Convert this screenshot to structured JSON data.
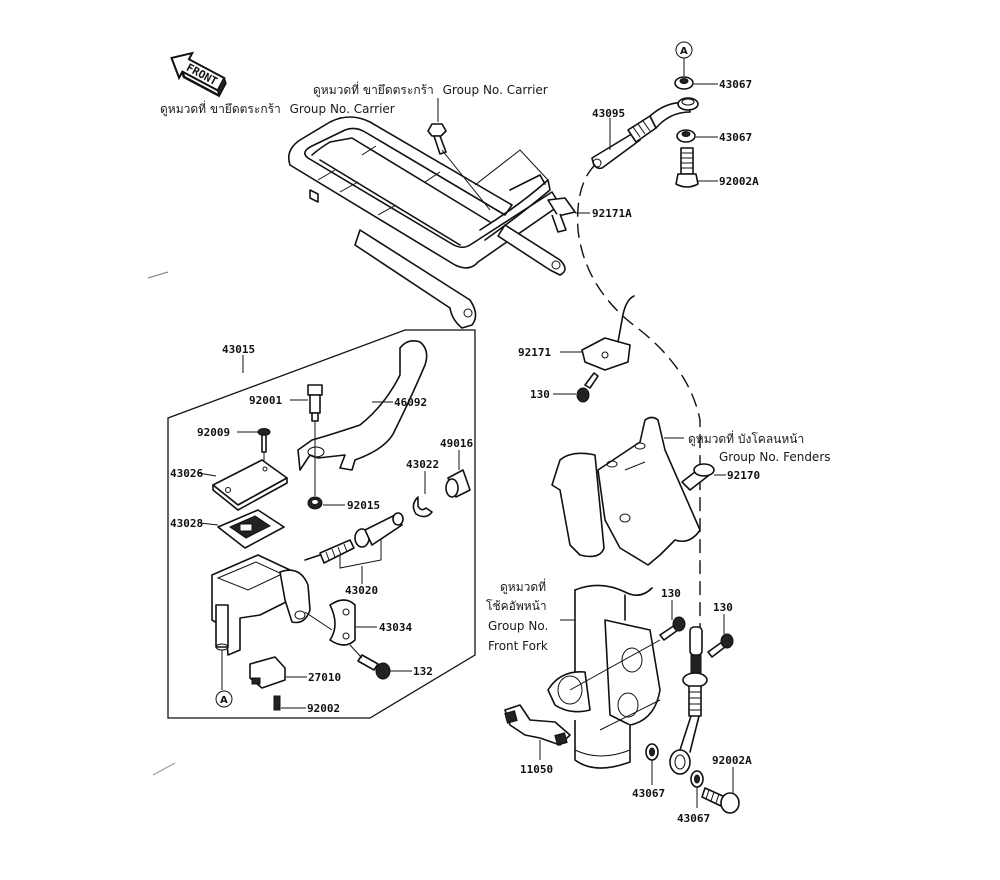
{
  "diagram": {
    "title": "Front Brake Master Cylinder Parts Diagram",
    "front_indicator": "FRONT",
    "connector_marker": "A",
    "references": {
      "carrier_top": {
        "thai": "ดูหมวดที่ ขายึดตระกร้า",
        "english": "Group No. Carrier"
      },
      "carrier_left": {
        "thai": "ดูหมวดที่ ขายึดตระกร้า",
        "english": "Group No. Carrier"
      },
      "fenders": {
        "thai": "ดูหมวดที่ บังโคลนหน้า",
        "english": "Group No. Fenders"
      },
      "front_fork": {
        "thai_line1": "ดูหมวดที่",
        "thai_line2": "โช้คอัพหน้า",
        "english_line1": "Group No.",
        "english_line2": "Front Fork"
      }
    },
    "parts": {
      "p43067_top1": "43067",
      "p43095": "43095",
      "p43067_top2": "43067",
      "p92002A_top": "92002A",
      "p92171A": "92171A",
      "p92171": "92171",
      "p130_clamp": "130",
      "p43015": "43015",
      "p92001": "92001",
      "p46092": "46092",
      "p92009": "92009",
      "p43026": "43026",
      "p49016": "49016",
      "p43022": "43022",
      "p92015": "92015",
      "p43028": "43028",
      "p43020": "43020",
      "p43034": "43034",
      "p132": "132",
      "p27010": "27010",
      "p92002": "92002",
      "p92170": "92170",
      "p130_fork1": "130",
      "p130_fork2": "130",
      "p11050": "11050",
      "p43067_bot1": "43067",
      "p92002A_bot": "92002A",
      "p43067_bot2": "43067"
    }
  }
}
